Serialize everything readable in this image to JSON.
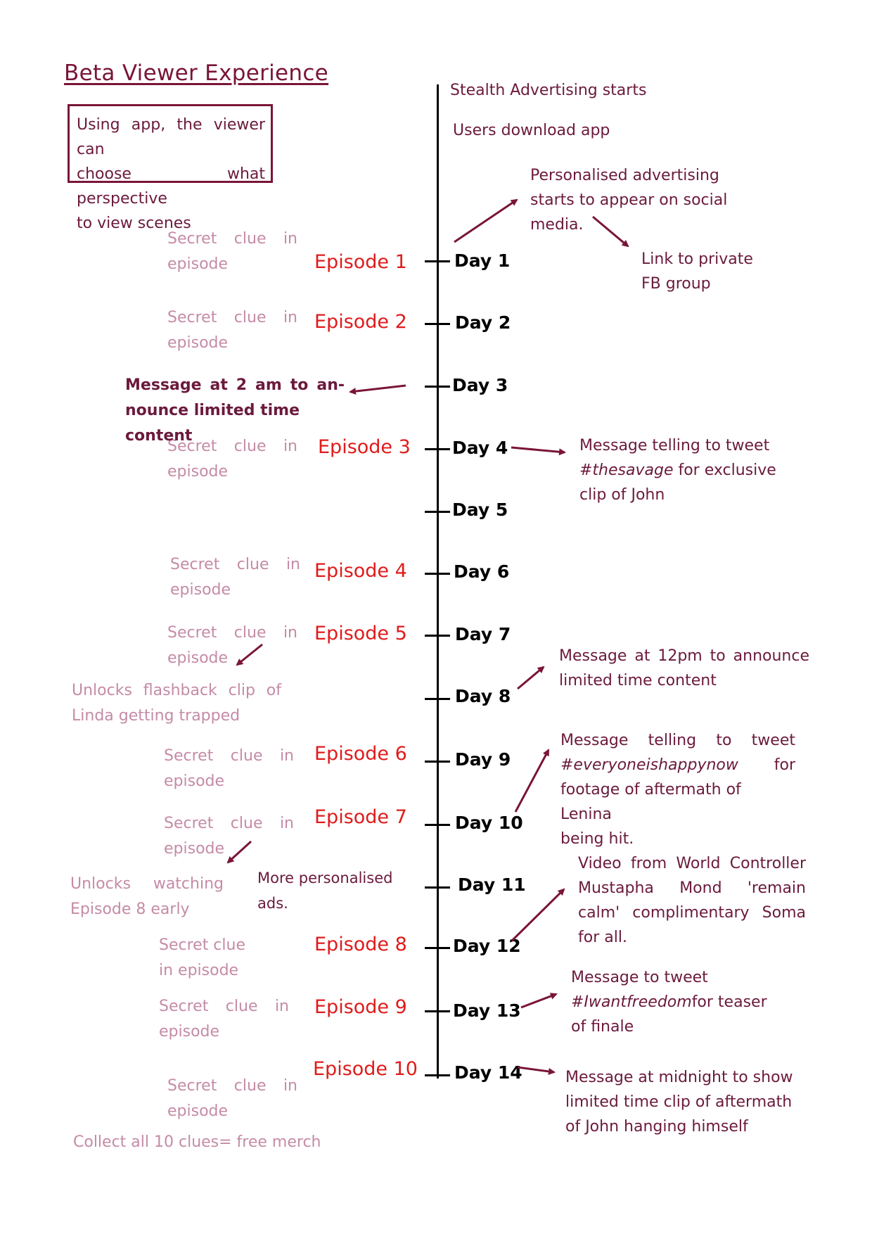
{
  "title": "Beta Viewer Experience",
  "perspective_note": {
    "line1": "Using app, the viewer can",
    "line2": "choose what perspective",
    "line3": "to view scenes"
  },
  "top_events": {
    "stealth": "Stealth Advertising starts",
    "download": "Users download app"
  },
  "days": [
    "Day 1",
    "Day 2",
    "Day 3",
    "Day 4",
    "Day 5",
    "Day 6",
    "Day 7",
    "Day 8",
    "Day 9",
    "Day 10",
    "Day 11",
    "Day 12",
    "Day 13",
    "Day 14"
  ],
  "episodes": [
    "Episode 1",
    "Episode 2",
    "Episode 3",
    "Episode 4",
    "Episode 5",
    "Episode 6",
    "Episode 7",
    "Episode 8",
    "Episode 9",
    "Episode 10"
  ],
  "clue": {
    "line1": "Secret clue in",
    "line2": "episode",
    "line1_short": "Secret clue",
    "line2_long": "in episode"
  },
  "left_notes": {
    "message_2am_l1": "Message at 2 am to an-",
    "message_2am_l2": "nounce limited time content",
    "flashback_l1": "Unlocks flashback clip of",
    "flashback_l2": "Linda getting trapped",
    "early_l1": "Unlocks watching",
    "early_l2": "Episode 8 early",
    "more_ads_l1": "More personalised",
    "more_ads_l2": "ads.",
    "collect": "Collect all 10 clues= free merch"
  },
  "right_notes": {
    "personalised_l1": "Personalised advertising",
    "personalised_l2": "starts to appear on social",
    "personalised_l3": "media.",
    "fb_l1": "Link to private",
    "fb_l2": "FB group",
    "thesavage_l1": "Message telling to tweet",
    "thesavage_tag": "#thesavage",
    "thesavage_rest": " for exclusive",
    "thesavage_l3": "clip of John",
    "noon_l1": "Message at 12pm to announce",
    "noon_l2": "limited time content",
    "happy_l1": "Message telling to tweet",
    "happy_tag": "#everyoneishappynow",
    "happy_for": "for",
    "happy_l3": "footage of aftermath of Lenina",
    "happy_l4": "being hit.",
    "video_l1": "Video from World Controller",
    "video_l2": "Mustapha Mond 'remain",
    "video_l3": "calm' complimentary Soma",
    "video_l4": "for all.",
    "freedom_l1": "Message to tweet",
    "freedom_tag": "#Iwantfreedom",
    "freedom_rest": "for teaser",
    "freedom_l3": "of finale",
    "midnight_l1": "Message at midnight to show",
    "midnight_l2": "limited time clip of aftermath",
    "midnight_l3": "of John hanging himself"
  },
  "colors": {
    "maroon": "#6b1a3c",
    "title_maroon": "#7a1538",
    "episode_red": "#e01b1b",
    "clue_pink": "#c58ba6",
    "arrow": "#7a1538",
    "axis": "#000000"
  }
}
